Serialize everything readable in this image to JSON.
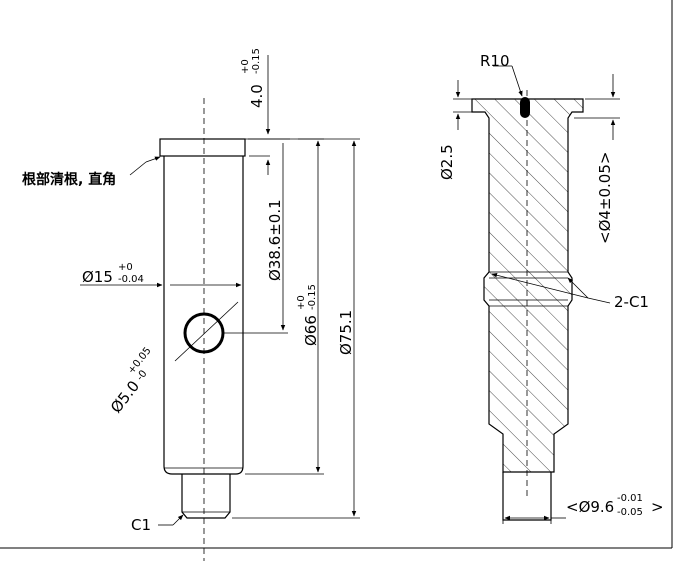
{
  "left_view": {
    "note": "根部清根, 直角",
    "dim_top_thickness": {
      "base": "4.0",
      "upper": "+0",
      "lower": "-0.15"
    },
    "dim_shaft_diameter": {
      "base": "Ø15",
      "upper": "+0",
      "lower": "-0.04"
    },
    "dim_hole_position": "Ø38.6±0.1",
    "dim_body_length": {
      "base": "Ø66",
      "upper": "+0",
      "lower": "-0.15"
    },
    "dim_total_length": "Ø75.1",
    "dim_hole_diameter": {
      "base": "Ø5.0",
      "upper": "+0.05",
      "lower": "-0"
    },
    "chamfer": "C1"
  },
  "right_view": {
    "radius": "R10",
    "dim_head_thickness": "Ø2.5",
    "dim_head_height": "<Ø4±0.05>",
    "chamfer": "2-C1",
    "dim_tip_diameter": {
      "base": "<Ø9.6",
      "upper": "-0.01",
      "lower": "-0.05",
      "suffix": ">"
    }
  }
}
